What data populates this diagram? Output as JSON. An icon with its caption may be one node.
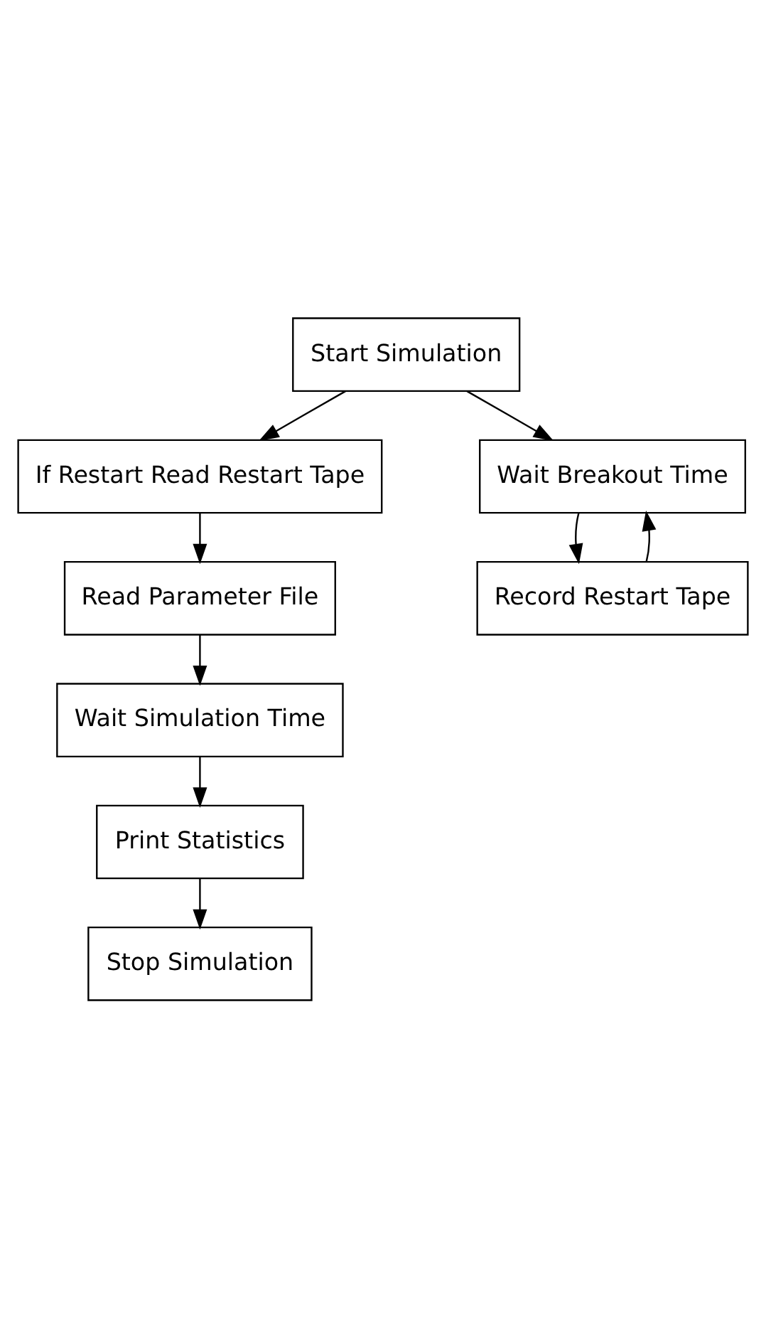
{
  "diagram": {
    "nodes": [
      {
        "text": [
          "Start Simulation"
        ]
      },
      {
        "text": [
          "If Restart Read Restart Tape"
        ]
      },
      {
        "text": [
          "Wait Breakout Time"
        ]
      },
      {
        "text": [
          "Read Parameter File"
        ]
      },
      {
        "text": [
          "Record Restart Tape"
        ]
      },
      {
        "text": [
          "Wait Simulation Time"
        ]
      },
      {
        "text": [
          "Print Statistics"
        ]
      },
      {
        "text": [
          "Stop Simulation"
        ]
      }
    ],
    "edges": [
      {
        "from": 0,
        "to": 1,
        "arrow": "to"
      },
      {
        "from": 0,
        "to": 2,
        "arrow": "to"
      },
      {
        "from": 1,
        "to": 3,
        "arrow": "to"
      },
      {
        "from": 3,
        "to": 5,
        "arrow": "to"
      },
      {
        "from": 5,
        "to": 6,
        "arrow": "to"
      },
      {
        "from": 6,
        "to": 7,
        "arrow": "to"
      },
      {
        "from": 2,
        "to": 4,
        "arrow": "to"
      },
      {
        "from": 4,
        "to": 2,
        "arrow": "to"
      }
    ]
  }
}
